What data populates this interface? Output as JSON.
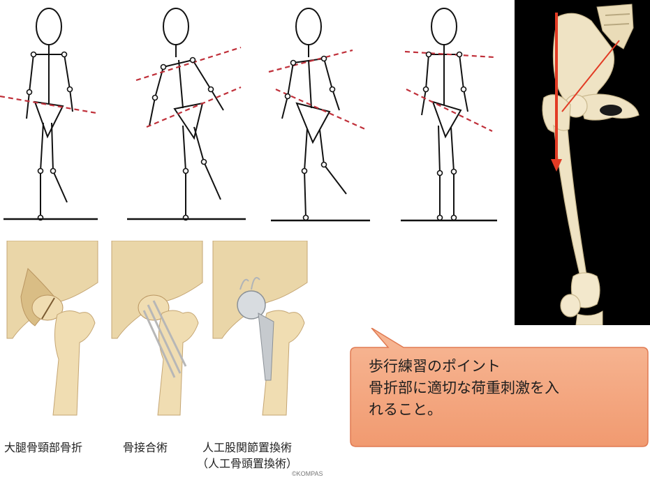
{
  "captions": {
    "femoral_neck_fracture": "大腿骨頸部骨折",
    "osteosynthesis": "骨接合術",
    "hip_arthroplasty_line1": "人工股関節置換術",
    "hip_arthroplasty_line2": "（人工骨頭置換術）",
    "copyright": "©KOMPAS"
  },
  "callout": {
    "line1": "歩行練習のポイント",
    "line2": "骨折部に適切な荷重刺激を入",
    "line3": "れること。"
  },
  "colors": {
    "dashed_line": "#c0303a",
    "arrow": "#e23b24",
    "bone": "#efe3c4",
    "callout_fill": "#f4a07a",
    "callout_border": "#e07a52"
  }
}
